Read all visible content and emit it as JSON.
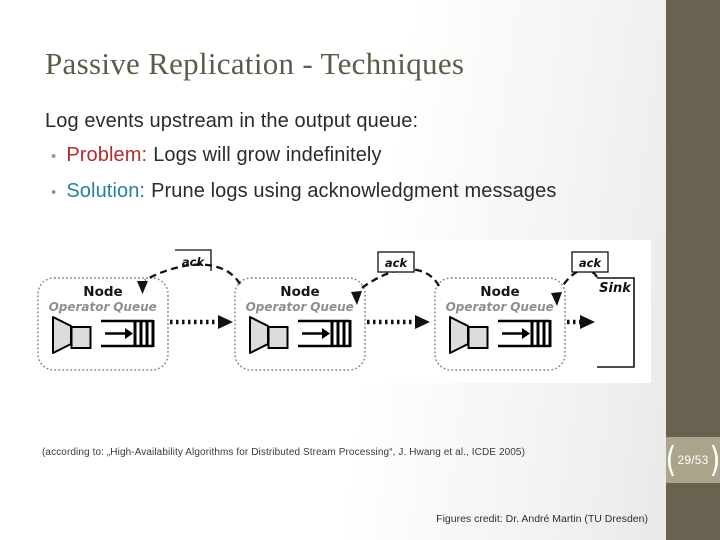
{
  "header": {
    "title": "Passive Replication - Techniques"
  },
  "content": {
    "intro": "Log events upstream in the output queue:",
    "bullet_glyph": "•",
    "bullets": [
      {
        "lead": "Problem:",
        "rest": "Logs will grow indefinitely"
      },
      {
        "lead": "Solution:",
        "rest": "Prune logs using acknowledgment messages"
      }
    ]
  },
  "diagram": {
    "nodes": [
      {
        "title": "Node",
        "operator_label": "Operator",
        "queue_label": "Queue"
      },
      {
        "title": "Node",
        "operator_label": "Operator",
        "queue_label": "Queue"
      },
      {
        "title": "Node",
        "operator_label": "Operator",
        "queue_label": "Queue"
      }
    ],
    "ack_labels": [
      "ack",
      "ack",
      "ack"
    ],
    "sink_label": "Sink"
  },
  "footer": {
    "footnote": "(according to: „High-Availability Algorithms for Distributed Stream Processing“, J. Hwang et al., ICDE 2005)",
    "credit": "Figures credit: Dr.  André Martin (TU Dresden)",
    "page_number": "29/53"
  },
  "colors": {
    "title_text": "#5d5b49",
    "problem_accent": "#b22c31",
    "solution_accent": "#2580a3",
    "bullet_dot": "#9b9a7e",
    "side_band": "#6a6251",
    "page_badge_bg": "#a9a48a",
    "page_badge_text": "#ffffff"
  }
}
